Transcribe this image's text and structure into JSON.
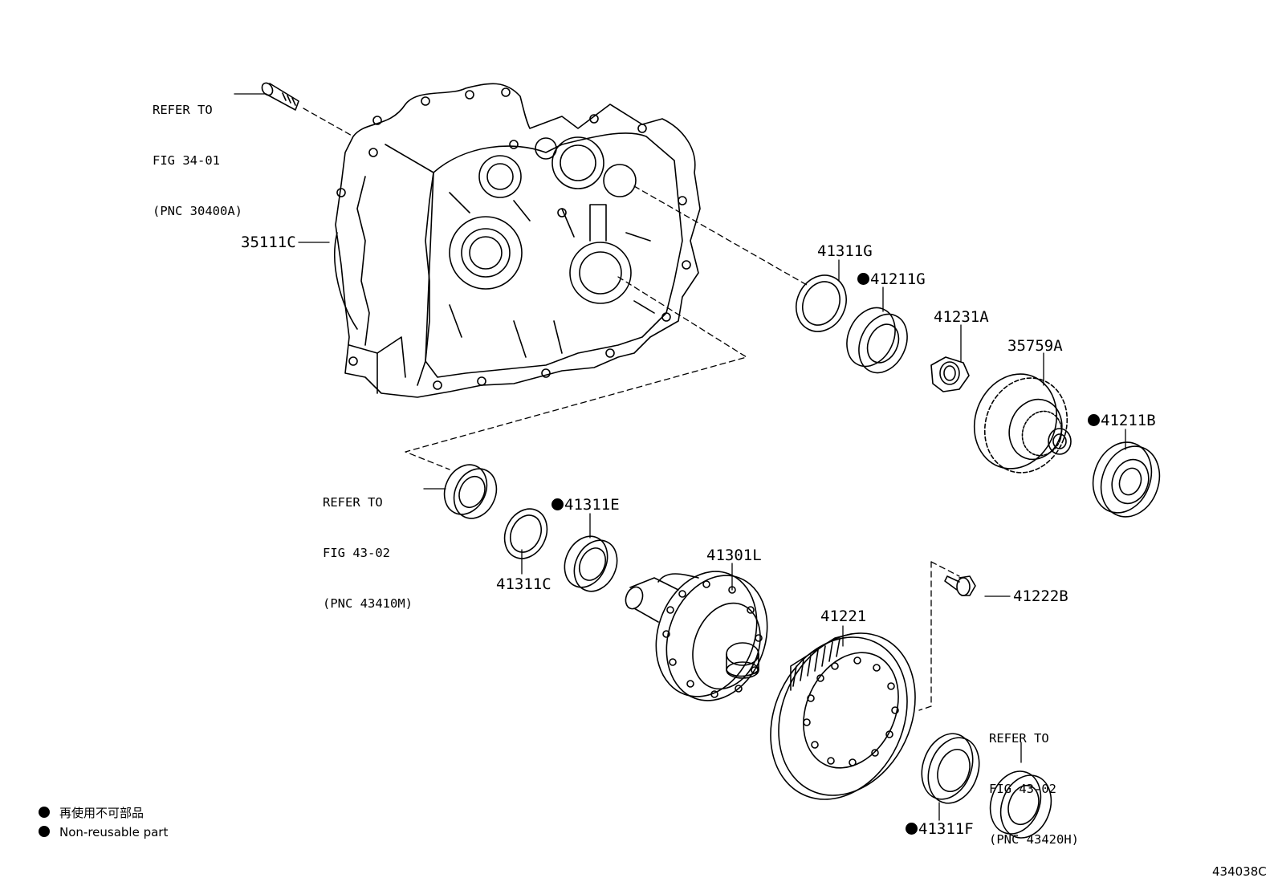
{
  "parts": {
    "p35111C": "35111C",
    "p41311G": "41311G",
    "p41211G": "41211G",
    "p41231A": "41231A",
    "p35759A": "35759A",
    "p41211B": "41211B",
    "p41311E": "41311E",
    "p41311C": "41311C",
    "p41301L": "41301L",
    "p41222B": "41222B",
    "p41221": "41221",
    "p41311F": "41311F"
  },
  "refs": {
    "ref1": {
      "line1": "REFER TO",
      "line2": "FIG 34-01",
      "line3": "(PNC 30400A)"
    },
    "ref2": {
      "line1": "REFER TO",
      "line2": "FIG 43-02",
      "line3": "(PNC 43410M)"
    },
    "ref3": {
      "line1": "REFER TO",
      "line2": "FIG 43-02",
      "line3": "(PNC 43420H)"
    }
  },
  "legend": {
    "japanese": "再使用不可部品",
    "english": "Non-reusable part"
  },
  "figure_number": "434038C"
}
